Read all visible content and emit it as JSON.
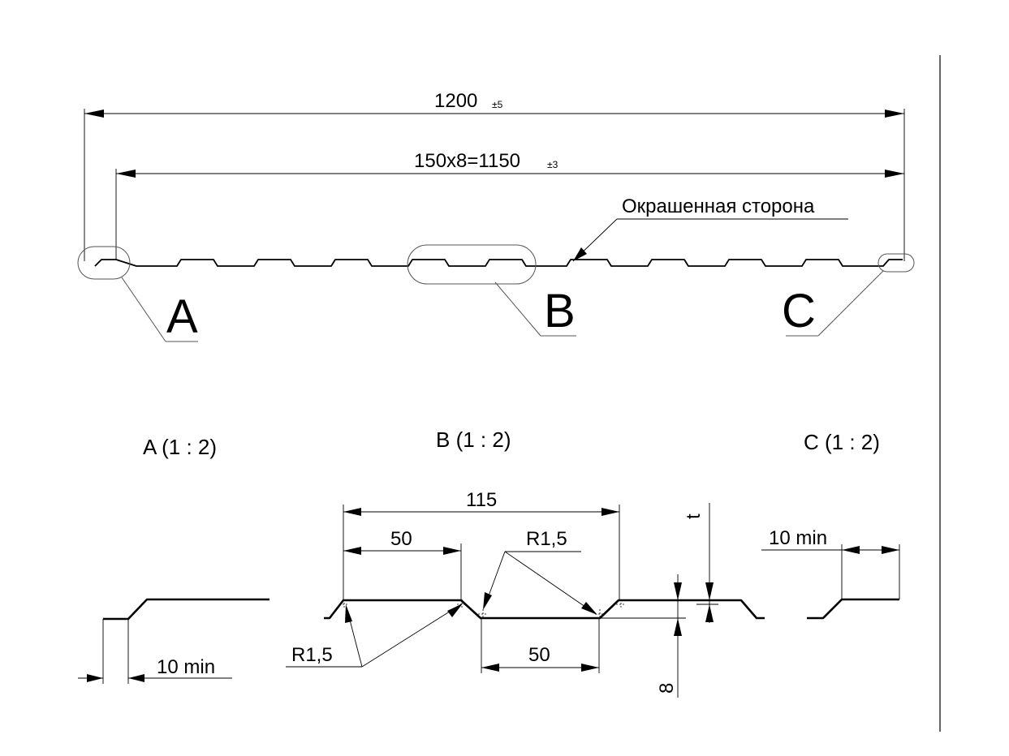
{
  "overall": {
    "total_width": "1200",
    "total_width_tol": "±5",
    "pitch_formula": "150x8=1150",
    "pitch_tol": "±3",
    "painted_side": "Окрашенная сторона"
  },
  "callouts": {
    "a": "A",
    "b": "B",
    "c": "C"
  },
  "detail_a": {
    "title": "A  (1 : 2)",
    "min_label": "10 min"
  },
  "detail_b": {
    "title": "B  (1 : 2)",
    "dim_115": "115",
    "dim_50_top": "50",
    "dim_50_bottom": "50",
    "radius_right": "R1,5",
    "radius_left": "R1,5",
    "thickness": "t",
    "height": "8"
  },
  "detail_c": {
    "title": "C  (1 : 2)",
    "min_label": "10 min"
  },
  "colors": {
    "line": "#000000",
    "leader": "#555555",
    "background": "#ffffff"
  }
}
